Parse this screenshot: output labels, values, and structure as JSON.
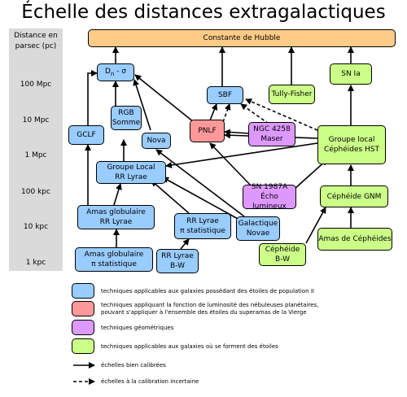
{
  "title": "Échelle des distances extragalactiques",
  "axis": {
    "title_line1": "Distance en",
    "title_line2": "parsec (pc)",
    "ticks": [
      "100 Mpc",
      "10 Mpc",
      "1 Mpc",
      "100 kpc",
      "10 kpc",
      "1 kpc"
    ]
  },
  "nodes": {
    "hubble": "Constante de Hubble",
    "dn_sigma": "D",
    "dn_sigma_sub": "n",
    "dn_sigma_rest": " - σ",
    "sbf": "SBF",
    "tully": "Tully-Fisher",
    "snia": "SN Ia",
    "rgb_line1": "RGB",
    "rgb_line2": "Somme",
    "gclf": "GCLF",
    "nova": "Nova",
    "pnlf": "PNLF",
    "ngc_line1": "NGC 4258",
    "ngc_line2": "Maser",
    "groupe_hst_line1": "Groupe local",
    "groupe_hst_line2": "Céphéides HST",
    "groupe_rr_line1": "Groupe Local",
    "groupe_rr_line2": "RR Lyrae",
    "sn1987_line1": "SN 1987A",
    "sn1987_line2": "Écho lumineux",
    "cepheide_gnm": "Céphéide GNM",
    "amas_rr_line1": "Amas globulaire",
    "amas_rr_line2": "RR Lyrae",
    "rr_pi_line1": "RR Lyrae",
    "rr_pi_line2": "π statistique",
    "gal_novae_line1": "Galactique",
    "gal_novae_line2": "Novae",
    "amas_cepheides": "Amas de Céphéides",
    "amas_pi_line1": "Amas globulaire",
    "amas_pi_line2": "π statistique",
    "rr_bw_line1": "RR Lyrae",
    "rr_bw_line2": "B-W",
    "ceph_bw_line1": "Céphéide",
    "ceph_bw_line2": "B-W"
  },
  "legend": {
    "blue": "techniques applicables aux galaxies possédant des étoiles de population II",
    "red_line1": "techniques appliquant la fonction de luminosité des nébuleuses planétaires,",
    "red_line2": "pouvant s'appliquer à l'ensemble des étoiles du superamas de la Vierge",
    "purple": "techniques géométriques",
    "green": "techniques applicables aux galaxies où se forment des étoiles",
    "solid": "échelles bien calibrées",
    "dashed": "échelles à la calibration incertaine"
  },
  "colors": {
    "population_ii": "#99ccff",
    "planetary_nebulae": "#ff9999",
    "geometric": "#dd99ff",
    "star_forming": "#ccff88",
    "hubble": "#ffcc88"
  }
}
